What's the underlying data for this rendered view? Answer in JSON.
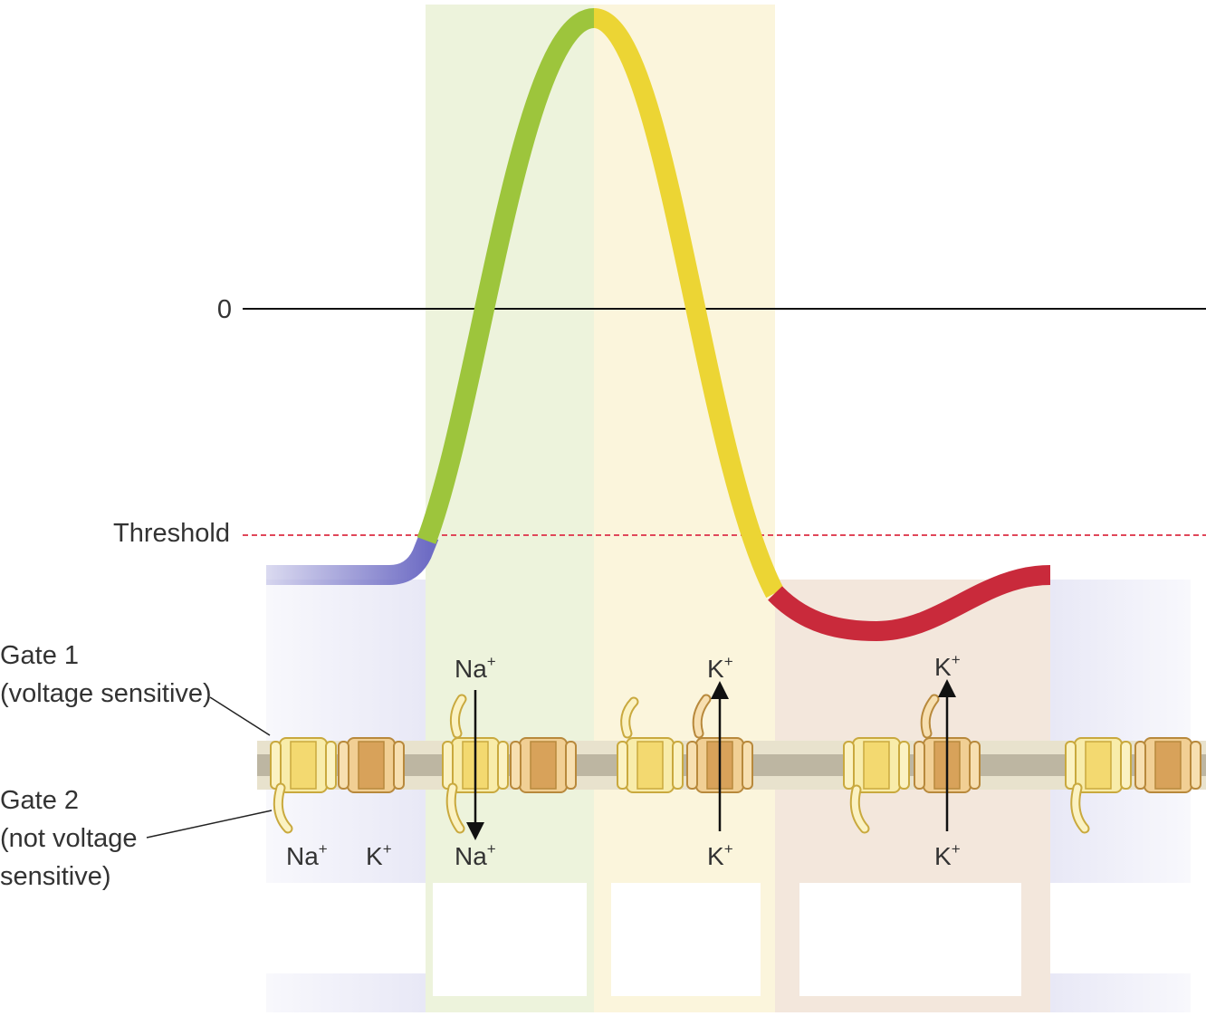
{
  "labels": {
    "zero": "0",
    "threshold": "Threshold",
    "gate1_line1": "Gate 1",
    "gate1_line2": "(voltage sensitive)",
    "gate2_line1": "Gate 2",
    "gate2_line2": "(not voltage",
    "gate2_line3": "sensitive)"
  },
  "ions": {
    "na": "Na",
    "k": "K",
    "charge": "+"
  },
  "colors": {
    "resting": "#6e6cc4",
    "depolarization": "#9dc53c",
    "repolarization": "#ecd534",
    "hyperpolarization": "#c92a3b",
    "threshold_line": "#e0475a",
    "membrane": "#bdb6a2",
    "sodium_channel": "#f5e48a",
    "potassium_channel": "#d8a25a"
  },
  "phase_labels": [
    "",
    "",
    "",
    ""
  ]
}
